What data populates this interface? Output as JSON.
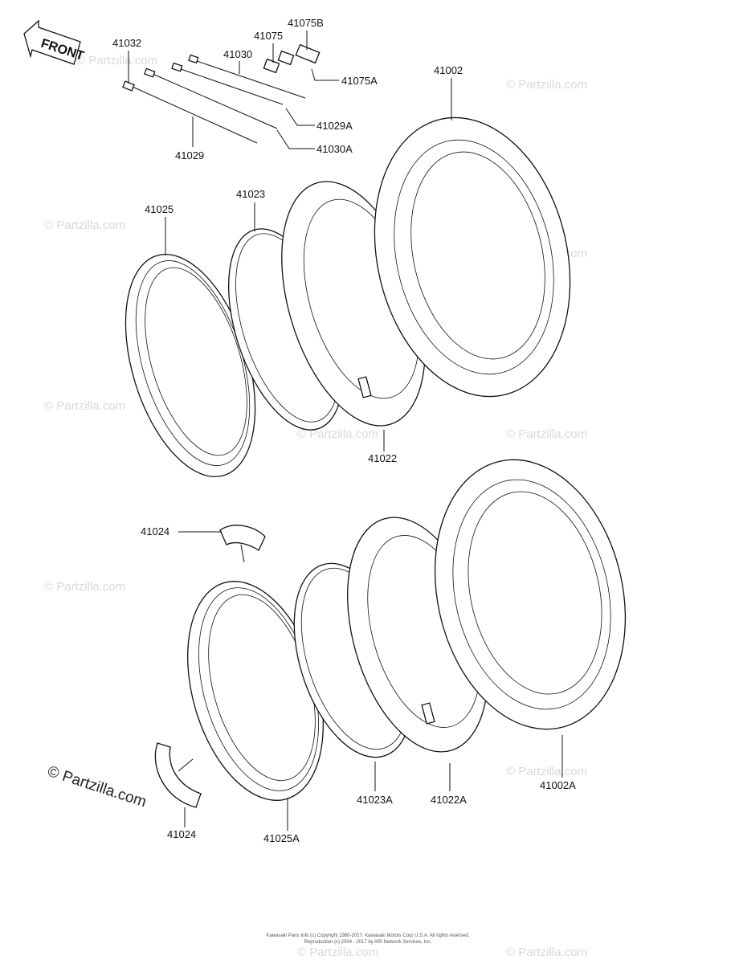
{
  "front_label": "FRONT",
  "watermark": "© Partzilla.com",
  "copyright_lines": [
    "Kawasaki Parts Info (c) Copyright 1980-2017, Kawasaki Motors Corp U.S.A. All rights reserved.",
    "Reproduction (c) 2004 - 2017 by ARI Network Services, Inc."
  ],
  "parts": {
    "p41032": "41032",
    "p41075": "41075",
    "p41075B": "41075B",
    "p41030": "41030",
    "p41075A": "41075A",
    "p41002": "41002",
    "p41029A": "41029A",
    "p41030A": "41030A",
    "p41029": "41029",
    "p41025": "41025",
    "p41023": "41023",
    "p41022": "41022",
    "p41024_top": "41024",
    "p41024_bottom": "41024",
    "p41023A": "41023A",
    "p41022A": "41022A",
    "p41002A": "41002A",
    "p41025A": "41025A"
  }
}
